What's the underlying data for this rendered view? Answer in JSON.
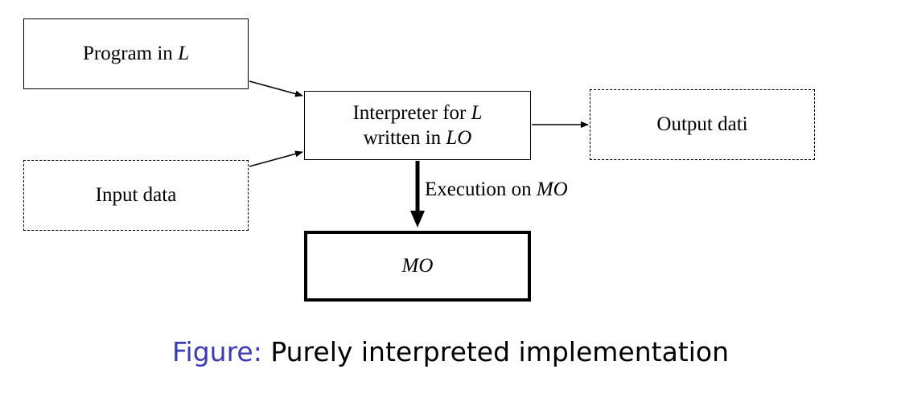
{
  "nodes": {
    "program": {
      "text": "Program in ",
      "var": "L"
    },
    "interpreter": {
      "line1": "Interpreter for ",
      "line1_var": "L",
      "line2": "written in ",
      "line2_var": "LO"
    },
    "input": {
      "text": "Input data"
    },
    "output": {
      "text": "Output dati"
    },
    "machine": {
      "var": "MO"
    }
  },
  "edges": {
    "execution": {
      "text": "Execution on ",
      "var": "MO"
    }
  },
  "caption": {
    "prefix": "Figure:",
    "text": " Purely interpreted implementation"
  },
  "colors": {
    "caption_prefix": "#3b3bb3"
  }
}
